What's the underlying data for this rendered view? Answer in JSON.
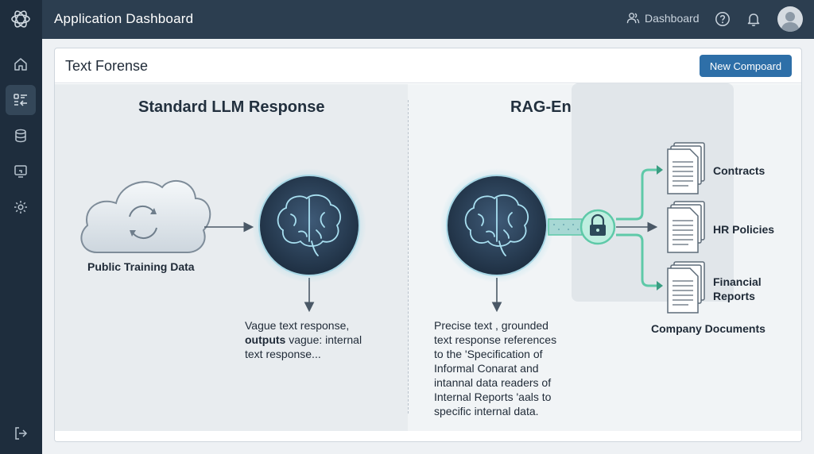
{
  "header": {
    "app_title": "Application Dashboard",
    "dashboard_link": "Dashboard"
  },
  "sidebar": {
    "items": [
      {
        "icon": "home-icon"
      },
      {
        "icon": "list-icon",
        "active": true
      },
      {
        "icon": "database-icon"
      },
      {
        "icon": "monitor-icon"
      },
      {
        "icon": "gear-icon"
      }
    ],
    "logout_icon": "logout-icon"
  },
  "card": {
    "title": "Text Forense",
    "new_button": "New Compoard"
  },
  "left_panel": {
    "title": "Standard LLM Response",
    "source_label": "Public Training Data",
    "response_line1": "Vague text response,",
    "response_bold": "outputs",
    "response_line2_rest": " vague: internal",
    "response_line3": "text response..."
  },
  "right_panel": {
    "title": "RAG-Enabled Response",
    "response_lines": [
      "Precise text , grounded",
      "text response references",
      "to the 'Specification of",
      "Informal Conarat and",
      "intannal data readers of",
      "Internal Reports 'aals to",
      "specific internal data."
    ],
    "documents": {
      "contracts": "Contracts",
      "hr_policies": "HR Policies",
      "financial_line1": "Financial",
      "financial_line2": "Reports",
      "group_label": "Company Documents"
    }
  },
  "colors": {
    "sidebar_bg": "#1e2d3d",
    "header_bg": "#2c3e50",
    "accent_button": "#2e6fa8",
    "secure_link": "#5ec9a8"
  }
}
